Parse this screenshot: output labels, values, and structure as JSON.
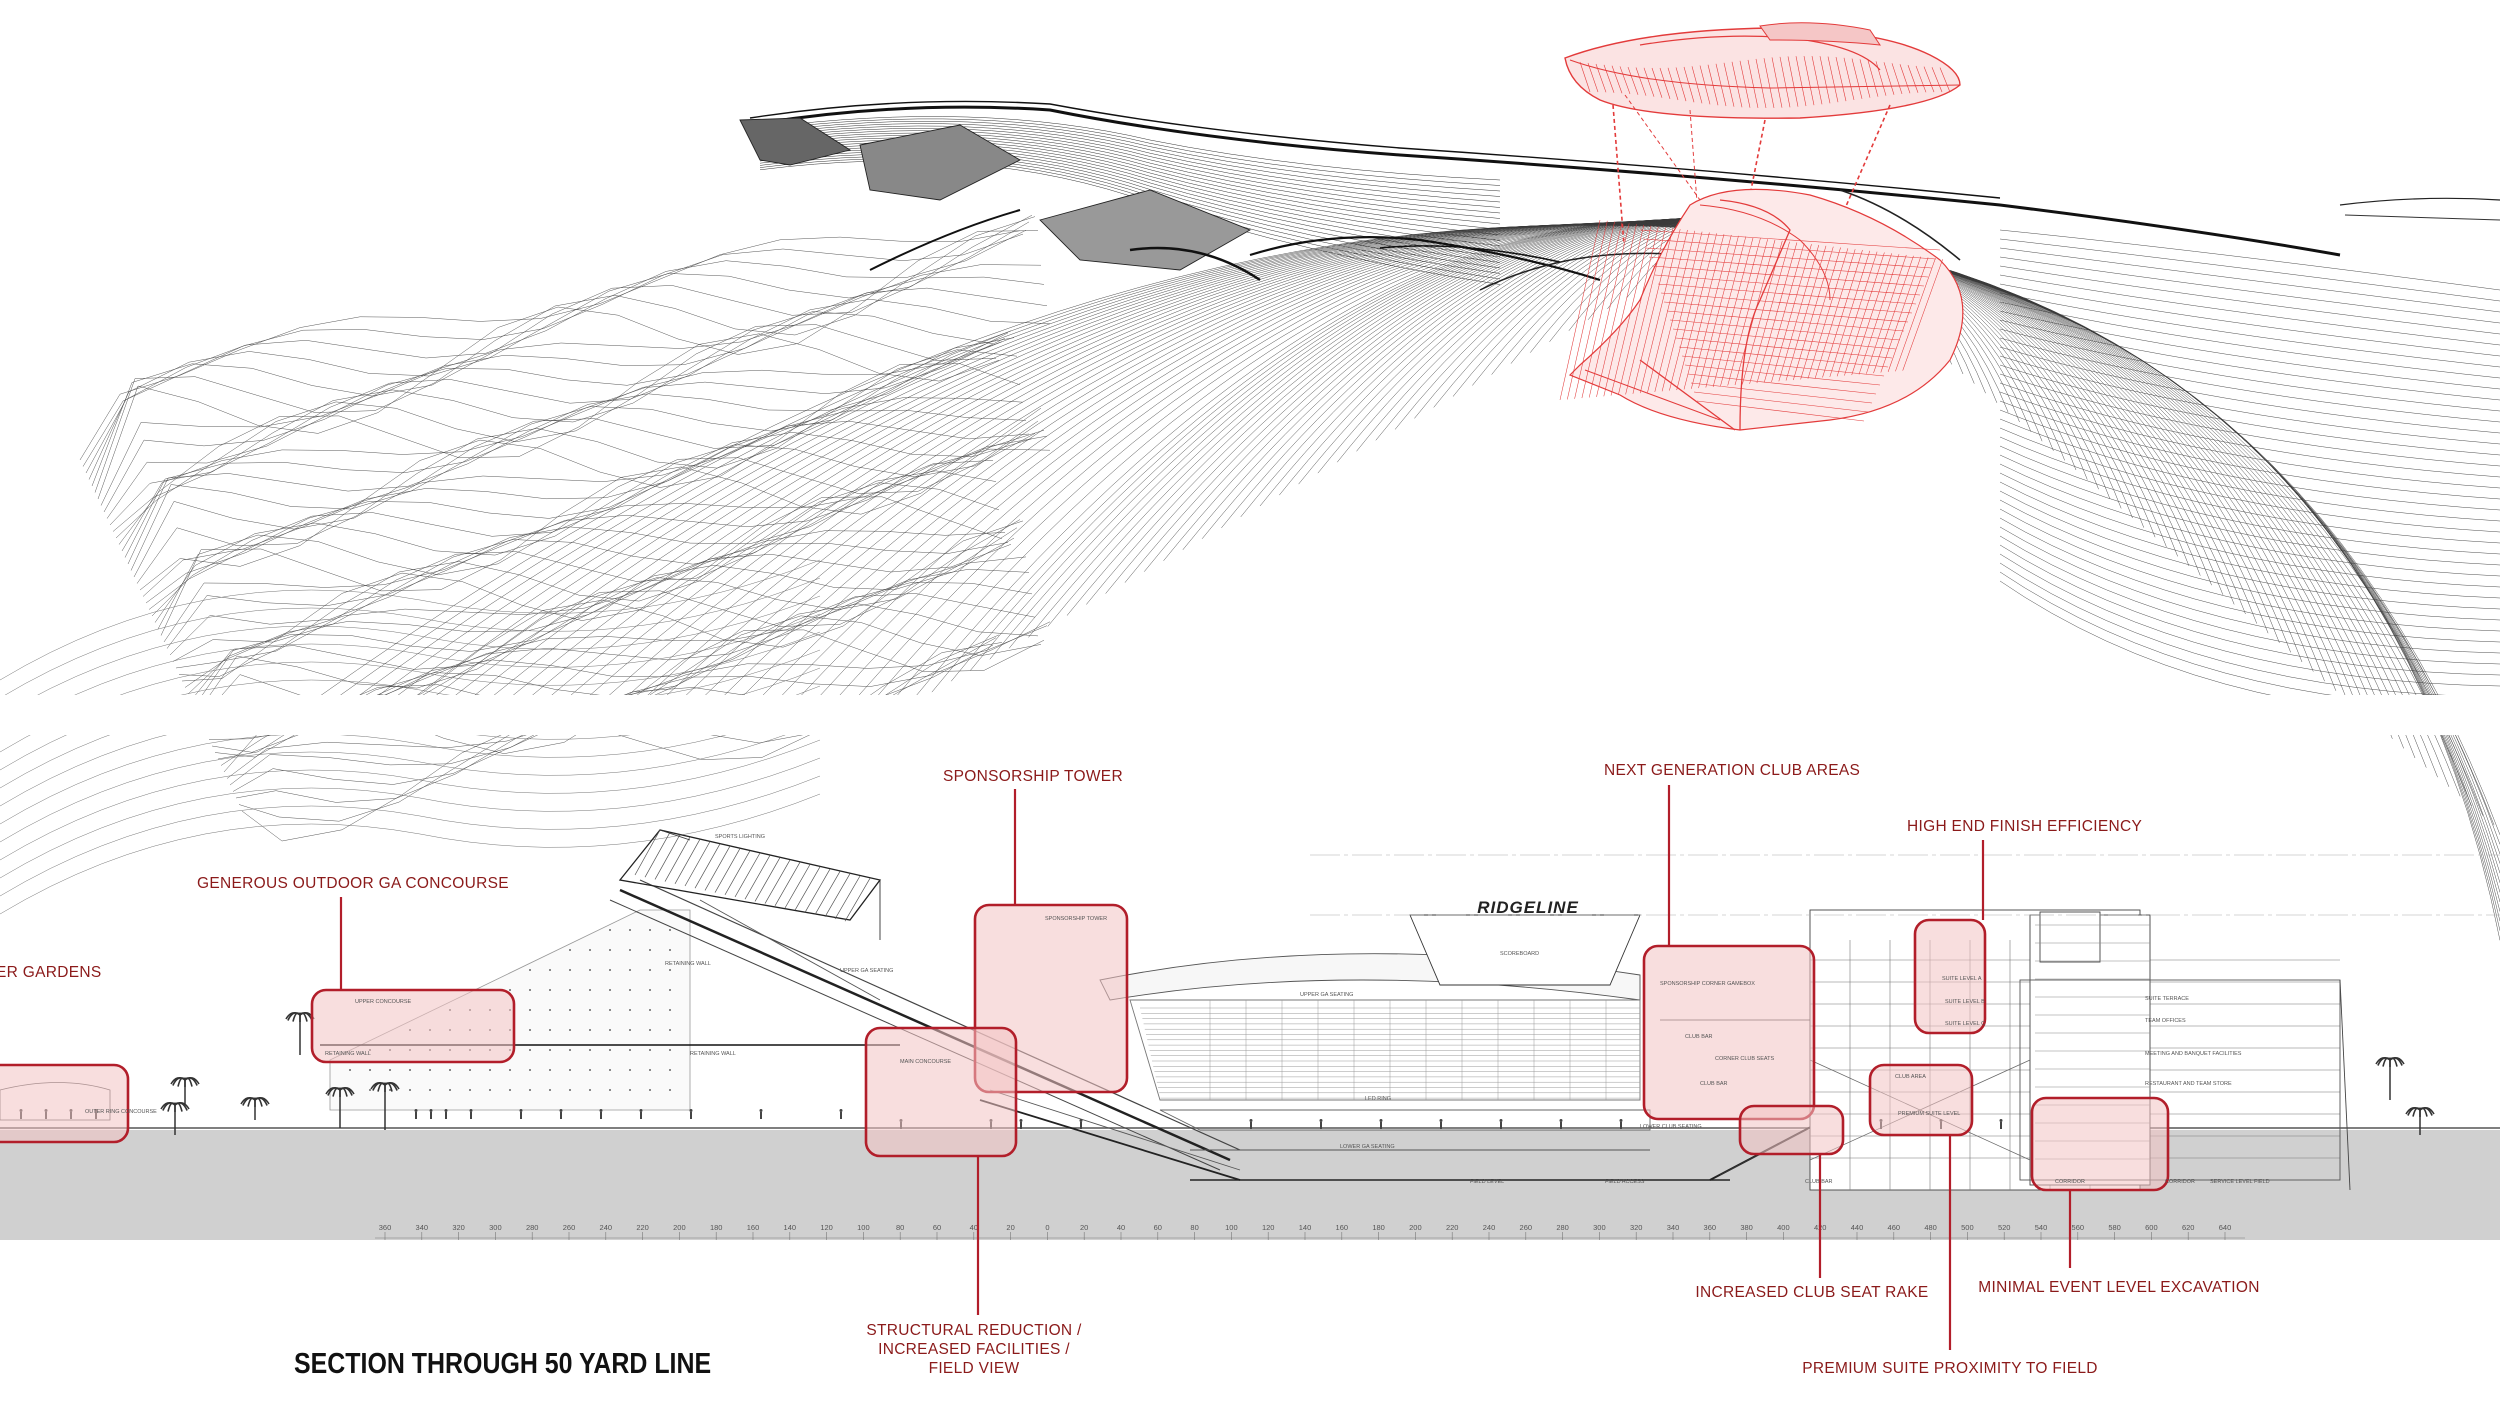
{
  "title": "SECTION THROUGH 50 YARD LINE",
  "brand": "RIDGELINE",
  "callouts": [
    {
      "key": "gardens",
      "lines": [
        "ER GARDENS"
      ]
    },
    {
      "key": "ga_concourse",
      "lines": [
        "GENEROUS OUTDOOR GA CONCOURSE"
      ]
    },
    {
      "key": "sponsorship",
      "lines": [
        "SPONSORSHIP TOWER"
      ]
    },
    {
      "key": "club_areas",
      "lines": [
        "NEXT GENERATION CLUB AREAS"
      ]
    },
    {
      "key": "finish",
      "lines": [
        "HIGH END FINISH EFFICIENCY"
      ]
    },
    {
      "key": "structural",
      "lines": [
        "STRUCTURAL REDUCTION /",
        "INCREASED FACILITIES /",
        "FIELD VIEW"
      ]
    },
    {
      "key": "club_rake",
      "lines": [
        "INCREASED CLUB SEAT RAKE"
      ]
    },
    {
      "key": "excavation",
      "lines": [
        "MINIMAL EVENT LEVEL EXCAVATION"
      ]
    },
    {
      "key": "suite",
      "lines": [
        "PREMIUM SUITE PROXIMITY TO FIELD"
      ]
    }
  ],
  "small_labels": {
    "sports_lighting": "SPORTS LIGHTING",
    "retaining_wall": "RETAINING WALL",
    "upper_concourse": "UPPER CONCOURSE",
    "upper_ga_seating": "UPPER GA SEATING",
    "main_concourse": "MAIN CONCOURSE",
    "lower_ga_seating": "LOWER GA SEATING",
    "led_ring": "LED RING",
    "scoreboard": "SCOREBOARD",
    "field_level": "FIELD LEVEL",
    "field_access": "FIELD ACCESS",
    "sponsorship_tower": "SPONSORSHIP TOWER",
    "sponsorship_corner": "SPONSORSHIP CORNER GAMEBOX",
    "corner_club_seats": "CORNER CLUB SEATS",
    "club_bar": "CLUB BAR",
    "lower_club_seating": "LOWER CLUB SEATING",
    "suite_terrace": "SUITE TERRACE",
    "team_offices": "TEAM OFFICES",
    "meeting": "MEETING AND BANQUET FACILITIES",
    "restaurant": "RESTAURANT AND TEAM STORE",
    "service_level": "SERVICE LEVEL FIELD",
    "corridor": "CORRIDOR",
    "club_area": "CLUB AREA",
    "suite_level_a": "SUITE LEVEL A",
    "suite_level_b": "SUITE LEVEL B",
    "suite_level_c": "SUITE LEVEL C",
    "premium_suite": "PREMIUM SUITE LEVEL",
    "outer_ring": "OUTER RING CONCOURSE"
  },
  "axis_ticks": [
    "360",
    "340",
    "320",
    "300",
    "280",
    "260",
    "240",
    "220",
    "200",
    "180",
    "160",
    "140",
    "120",
    "100",
    "80",
    "60",
    "40",
    "20",
    "0",
    "20",
    "40",
    "60",
    "80",
    "100",
    "120",
    "140",
    "160",
    "180",
    "200",
    "220",
    "240",
    "260",
    "280",
    "300",
    "320",
    "340",
    "360",
    "380",
    "400",
    "420",
    "440",
    "460",
    "480",
    "500",
    "520",
    "540",
    "560",
    "580",
    "600",
    "620",
    "640"
  ],
  "colors": {
    "accent": "#b21e2a",
    "callout_text": "#8b1a1a",
    "highlight_fill": "#f3c2c2",
    "ground": "#cfcfcf",
    "terrain_line": "#3a3a3a",
    "stadium_red": "#e33b3b"
  }
}
